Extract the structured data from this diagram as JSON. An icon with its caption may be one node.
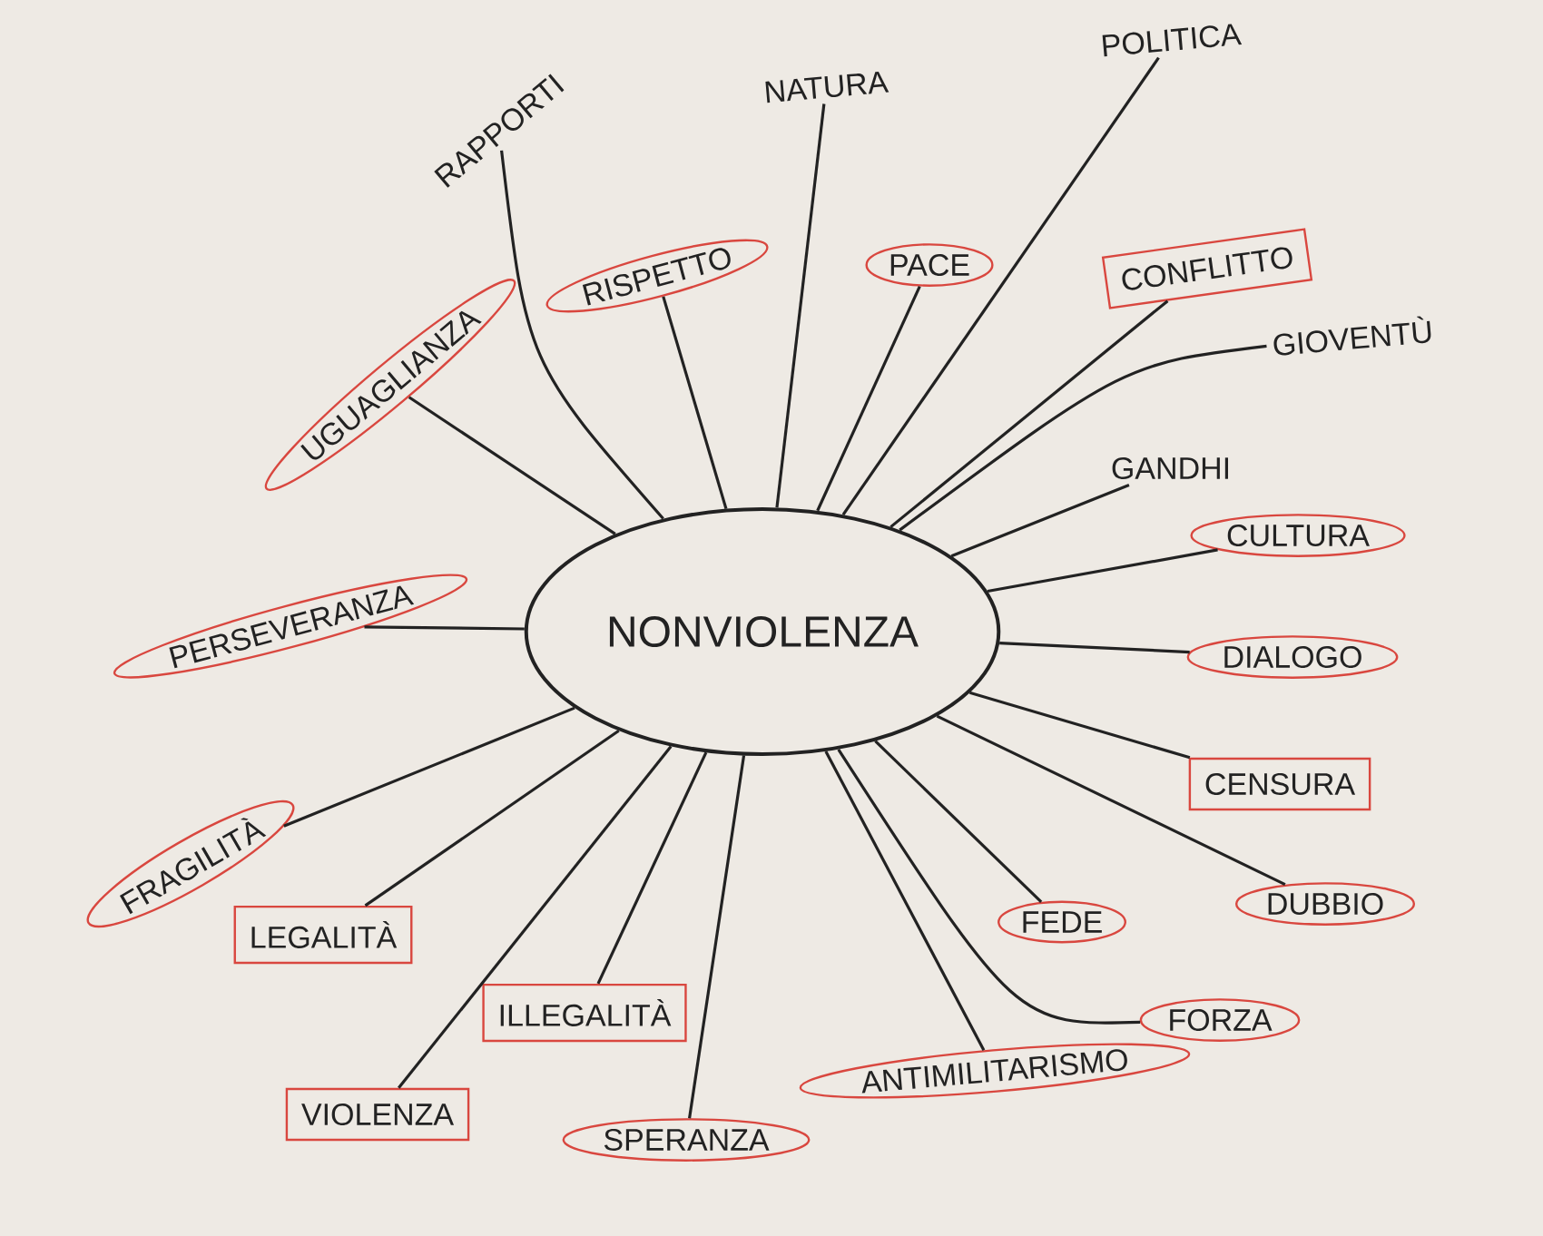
{
  "diagram": {
    "nodes": [
      {
        "text": [
          "NONVIOLENZA"
        ]
      },
      {
        "text": [
          "RAPPORTI"
        ]
      },
      {
        "text": [
          "NATURA"
        ]
      },
      {
        "text": [
          "POLITICA"
        ]
      },
      {
        "text": [
          "UGUAGLIANZA"
        ]
      },
      {
        "text": [
          "RISPETTO"
        ]
      },
      {
        "text": [
          "PACE"
        ]
      },
      {
        "text": [
          "CONFLITTO"
        ]
      },
      {
        "text": [
          "GIOVENTÙ"
        ]
      },
      {
        "text": [
          "GANDHI"
        ]
      },
      {
        "text": [
          "CULTURA"
        ]
      },
      {
        "text": [
          "DIALOGO"
        ]
      },
      {
        "text": [
          "CENSURA"
        ]
      },
      {
        "text": [
          "DUBBIO"
        ]
      },
      {
        "text": [
          "FORZA"
        ]
      },
      {
        "text": [
          "FEDE"
        ]
      },
      {
        "text": [
          "ANTIMILITARISMO"
        ]
      },
      {
        "text": [
          "SPERANZA"
        ]
      },
      {
        "text": [
          "ILLEGALITÀ"
        ]
      },
      {
        "text": [
          "VIOLENZA"
        ]
      },
      {
        "text": [
          "LEGALITÀ"
        ]
      },
      {
        "text": [
          "FRAGILITÀ"
        ]
      },
      {
        "text": [
          "PERSEVERANZA"
        ]
      }
    ],
    "edges": [
      {
        "from": 0,
        "to": 1,
        "arrow": "none"
      },
      {
        "from": 0,
        "to": 2,
        "arrow": "none"
      },
      {
        "from": 0,
        "to": 3,
        "arrow": "none"
      },
      {
        "from": 0,
        "to": 4,
        "arrow": "none"
      },
      {
        "from": 0,
        "to": 5,
        "arrow": "none"
      },
      {
        "from": 0,
        "to": 6,
        "arrow": "none"
      },
      {
        "from": 0,
        "to": 7,
        "arrow": "none"
      },
      {
        "from": 0,
        "to": 8,
        "arrow": "none"
      },
      {
        "from": 0,
        "to": 9,
        "arrow": "none"
      },
      {
        "from": 0,
        "to": 10,
        "arrow": "none"
      },
      {
        "from": 0,
        "to": 11,
        "arrow": "none"
      },
      {
        "from": 0,
        "to": 12,
        "arrow": "none"
      },
      {
        "from": 0,
        "to": 13,
        "arrow": "none"
      },
      {
        "from": 0,
        "to": 14,
        "arrow": "none"
      },
      {
        "from": 0,
        "to": 15,
        "arrow": "none"
      },
      {
        "from": 0,
        "to": 16,
        "arrow": "none"
      },
      {
        "from": 0,
        "to": 17,
        "arrow": "none"
      },
      {
        "from": 0,
        "to": 18,
        "arrow": "none"
      },
      {
        "from": 0,
        "to": 19,
        "arrow": "none"
      },
      {
        "from": 0,
        "to": 20,
        "arrow": "none"
      },
      {
        "from": 0,
        "to": 21,
        "arrow": "none"
      },
      {
        "from": 0,
        "to": 22,
        "arrow": "none"
      }
    ]
  }
}
